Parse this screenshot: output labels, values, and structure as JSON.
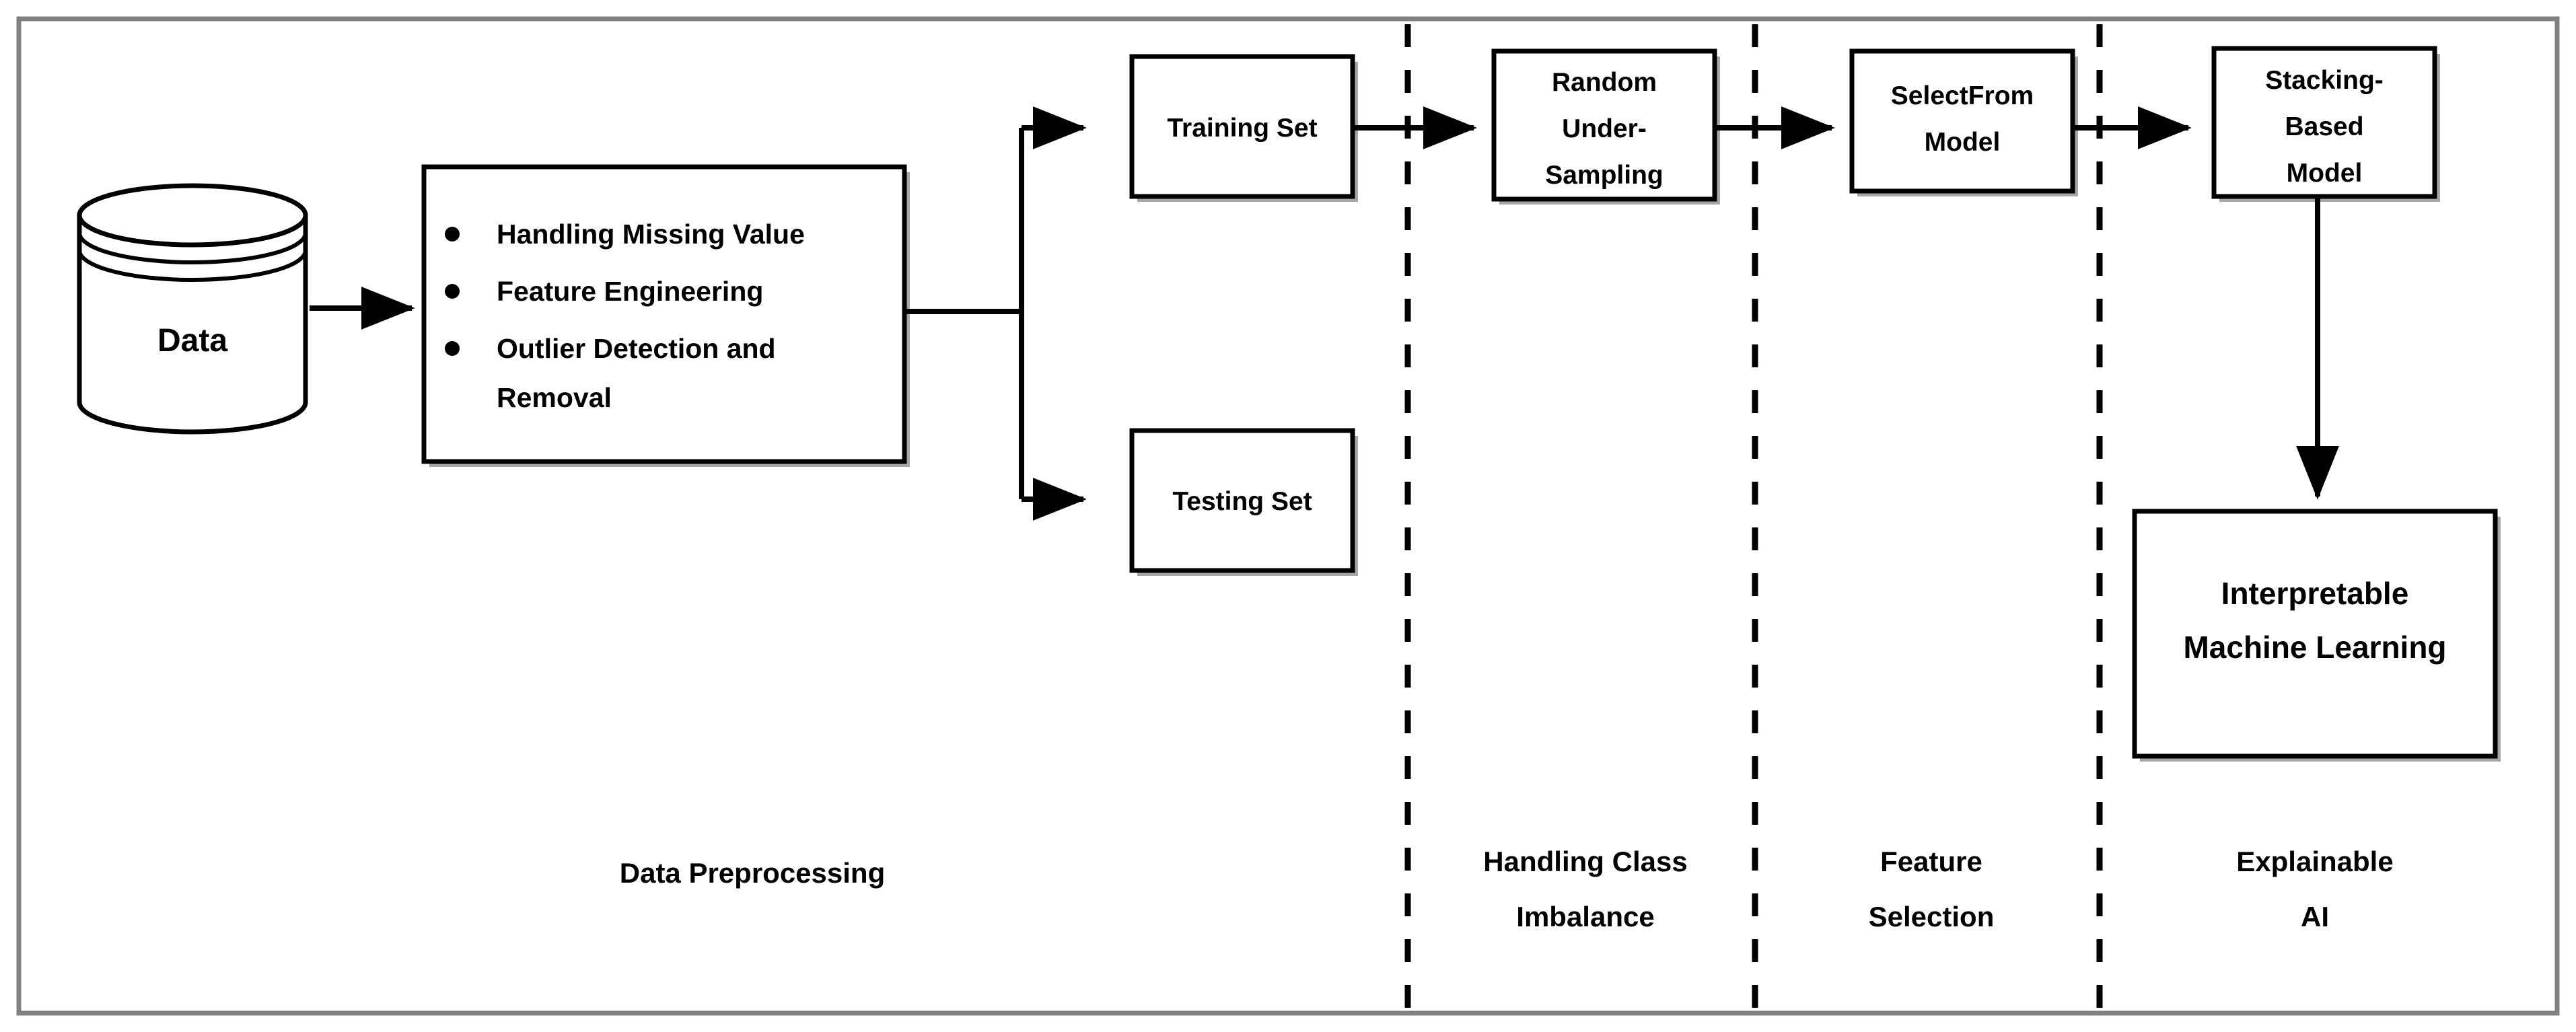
{
  "diagram": {
    "title": "Machine learning pipeline flowchart",
    "frame_color": "#808080",
    "line_color": "#000000",
    "background": "#ffffff"
  },
  "nodes": {
    "data_source": {
      "label": "Data",
      "shape": "cylinder"
    },
    "preprocessing": {
      "shape": "rectangle",
      "bullets": [
        "Handling Missing Value",
        "Feature Engineering",
        "Outlier Detection and",
        "Removal"
      ]
    },
    "training_set": {
      "label": "Training Set",
      "shape": "rectangle"
    },
    "testing_set": {
      "label": "Testing Set",
      "shape": "rectangle"
    },
    "random_under_sampling": {
      "shape": "rectangle",
      "lines": [
        "Random",
        "Under-",
        "Sampling"
      ]
    },
    "select_from_model": {
      "shape": "rectangle",
      "lines": [
        "SelectFrom",
        "Model"
      ]
    },
    "stacking_based_model": {
      "shape": "rectangle",
      "lines": [
        "Stacking-",
        "Based",
        "Model"
      ]
    },
    "interpretable_ml": {
      "shape": "rectangle",
      "lines": [
        "Interpretable",
        "Machine Learning"
      ]
    }
  },
  "stages": [
    {
      "id": "data-preprocessing",
      "lines": [
        "Data Preprocessing"
      ]
    },
    {
      "id": "handling-class-imbalance",
      "lines": [
        "Handling Class",
        "Imbalance"
      ]
    },
    {
      "id": "feature-selection",
      "lines": [
        "Feature",
        "Selection"
      ]
    },
    {
      "id": "explainable-ai",
      "lines": [
        "Explainable",
        "AI"
      ]
    }
  ],
  "connections": [
    {
      "from": "data_source",
      "to": "preprocessing",
      "type": "arrow"
    },
    {
      "from": "preprocessing",
      "to": "training_set",
      "type": "branch-arrow"
    },
    {
      "from": "preprocessing",
      "to": "testing_set",
      "type": "branch-arrow"
    },
    {
      "from": "training_set",
      "to": "random_under_sampling",
      "type": "arrow"
    },
    {
      "from": "random_under_sampling",
      "to": "select_from_model",
      "type": "arrow"
    },
    {
      "from": "select_from_model",
      "to": "stacking_based_model",
      "type": "arrow"
    },
    {
      "from": "stacking_based_model",
      "to": "interpretable_ml",
      "type": "arrow-down"
    }
  ]
}
